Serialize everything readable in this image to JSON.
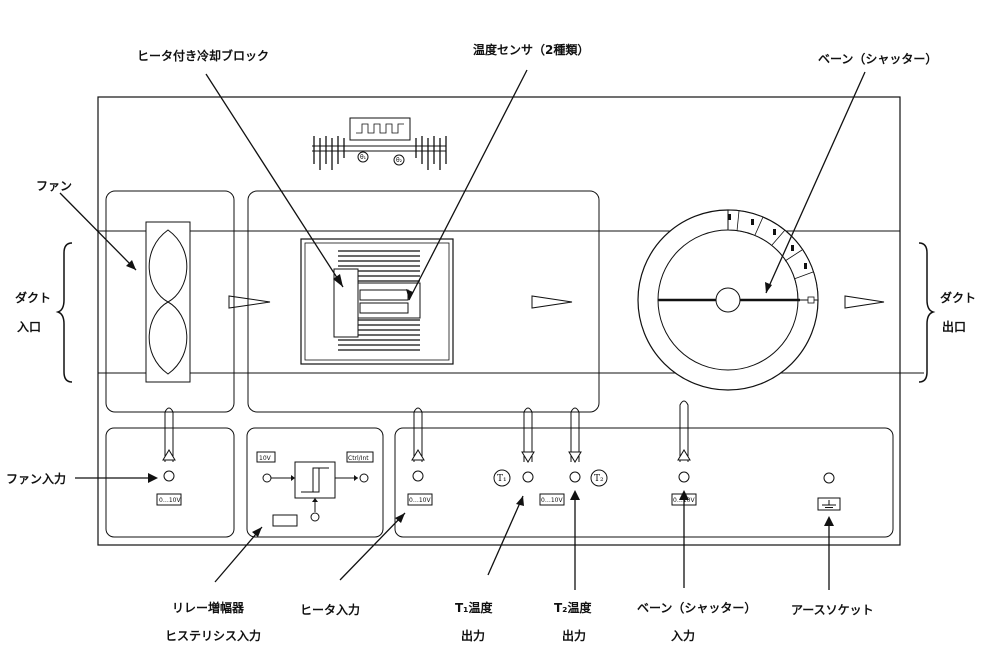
{
  "labels": {
    "heater_block": "ヒータ付き冷却ブロック",
    "temp_sensor": "温度センサ（2種類）",
    "vane": "ベーン（シャッター）",
    "fan": "ファン",
    "duct_inlet_1": "ダクト",
    "duct_inlet_2": "入口",
    "duct_outlet_1": "ダクト",
    "duct_outlet_2": "出口",
    "fan_input": "ファン入力",
    "relay_1": "リレー増幅器",
    "relay_2": "ヒステリシス入力",
    "heater_input": "ヒータ入力",
    "t1_out_1": "T₁温度",
    "t1_out_2": "出力",
    "t2_out_1": "T₂温度",
    "t2_out_2": "出力",
    "vane_input_1": "ベーン（シャッター）",
    "vane_input_2": "入力",
    "earth_socket": "アースソケット"
  },
  "panel": {
    "fan_range": "0…10V",
    "relay_10v": "10V",
    "relay_ctrl": "Ctrl/Int",
    "heater_range": "0…10V",
    "temp_range": "0…10V",
    "vane_range": "0…10V",
    "t1": "T₁",
    "t2": "T₂",
    "thermistor_1": "θ₁",
    "thermistor_2": "θ₂"
  },
  "colors": {
    "line": "#111111",
    "background": "#ffffff"
  }
}
